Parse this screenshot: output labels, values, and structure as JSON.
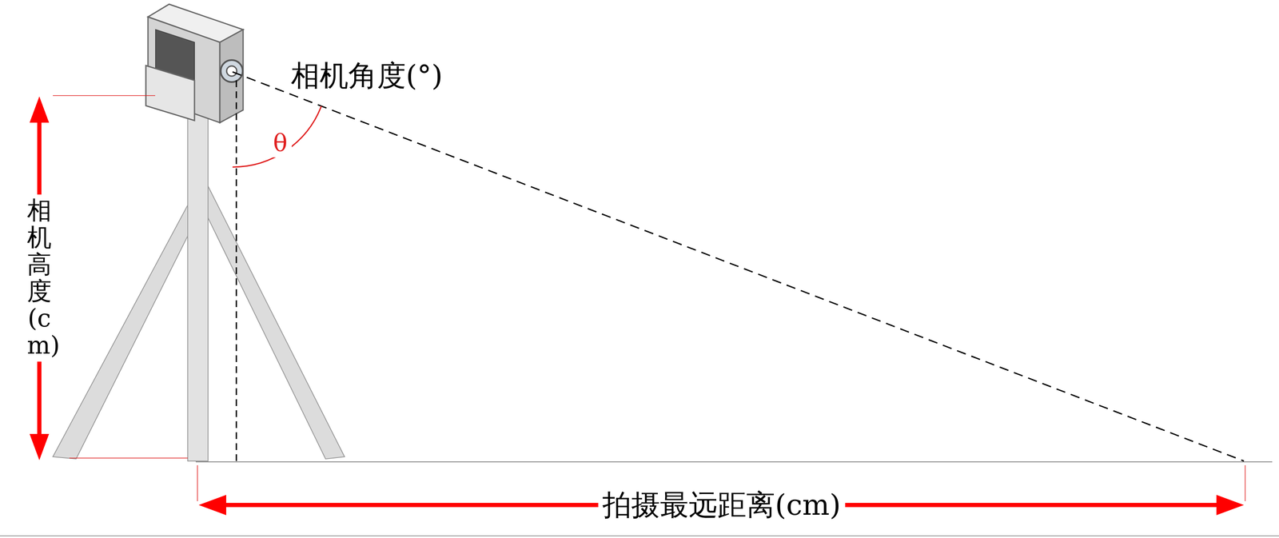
{
  "diagram": {
    "labels": [
      "相机角度(°)",
      "θ",
      "相机高度(cm)",
      "拍摄最远距离(cm)"
    ]
  }
}
